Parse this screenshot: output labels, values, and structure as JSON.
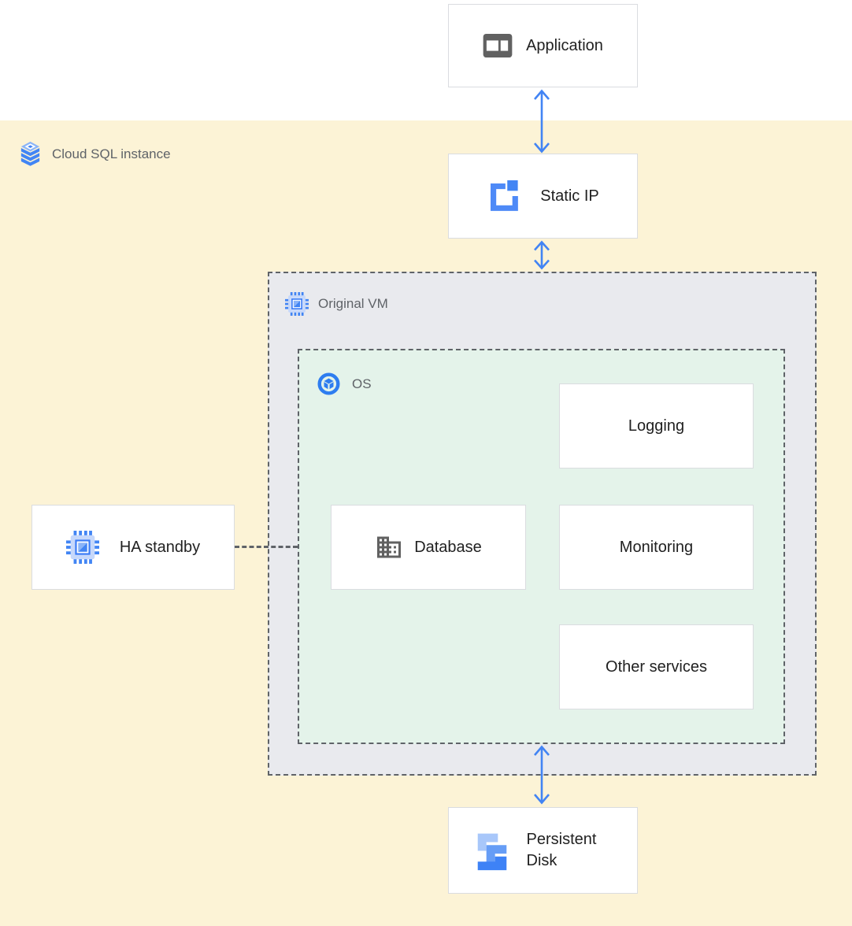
{
  "region": {
    "label": "Cloud SQL instance"
  },
  "groups": {
    "original_vm": {
      "label": "Original VM"
    },
    "os": {
      "label": "OS"
    }
  },
  "nodes": {
    "application": {
      "label": "Application"
    },
    "static_ip": {
      "label": "Static IP"
    },
    "logging": {
      "label": "Logging"
    },
    "database": {
      "label": "Database"
    },
    "monitoring": {
      "label": "Monitoring"
    },
    "other_services": {
      "label": "Other services"
    },
    "ha_standby": {
      "label": "HA standby"
    },
    "persistent_disk": {
      "label": "Persistent Disk"
    }
  },
  "edges": [
    {
      "from": "Application",
      "to": "Static IP",
      "type": "bidirectional-arrow"
    },
    {
      "from": "Static IP",
      "to": "Original VM",
      "type": "bidirectional-arrow"
    },
    {
      "from": "HA standby",
      "to": "Original VM",
      "type": "dotted-line"
    },
    {
      "from": "Original VM",
      "to": "Persistent Disk",
      "type": "bidirectional-arrow"
    }
  ],
  "colors": {
    "arrow_blue": "#4284f4",
    "icon_blue": "#4285f4",
    "icon_blue_light": "#a8c7fa",
    "icon_blue_medium": "#669df6",
    "icon_gray": "#616161",
    "region_yellow": "#fcf3d6",
    "vm_fill": "#e9eaee",
    "os_fill": "#e4f3ea",
    "node_border": "#dadce0",
    "dashed_border": "#5f6368",
    "label_gray": "#5f6368",
    "text_dark": "#212121"
  }
}
